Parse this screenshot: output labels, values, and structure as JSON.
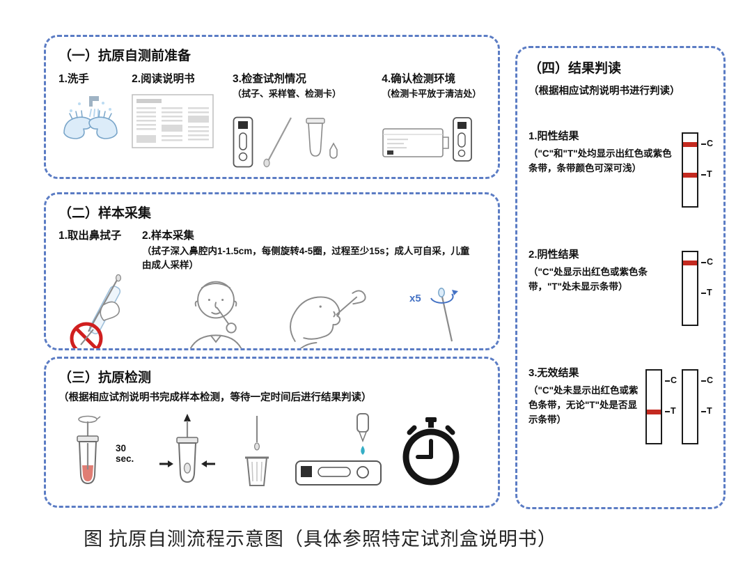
{
  "caption": "图 抗原自测流程示意图（具体参照特定试剂盒说明书）",
  "prep": {
    "title": "（一）抗原自测前准备",
    "step1": "1.洗手",
    "step2": "2.阅读说明书",
    "step3": "3.检查试剂情况",
    "step3_note": "（拭子、采样管、检测卡）",
    "step4": "4.确认检测环境",
    "step4_note": "（检测卡平放于清洁处）"
  },
  "collect": {
    "title": "（二）样本采集",
    "step1": "1.取出鼻拭子",
    "step2": "2.样本采集",
    "note": "（拭子深入鼻腔内1-1.5cm，每侧旋转4-5圈，过程至少15s；成人可自采，儿童由成人采样）",
    "x5": "x5"
  },
  "test": {
    "title": "（三）抗原检测",
    "note": "（根据相应试剂说明书完成样本检测，等待一定时间后进行结果判读）",
    "sec30": "30 sec."
  },
  "result": {
    "title": "（四）结果判读",
    "subtitle": "（根据相应试剂说明书进行判读）",
    "items": [
      {
        "label": "1.阳性结果",
        "desc": "（\"C\"和\"T\"处均显示出红色或紫色条带，条带颜色可深可浅）"
      },
      {
        "label": "2.阴性结果",
        "desc": "（\"C\"处显示出红色或紫色条带，\"T\"处未显示条带）"
      },
      {
        "label": "3.无效结果",
        "desc": "（\"C\"处未显示出红色或紫色条带，无论\"T\"处是否显示条带）"
      }
    ],
    "strip": {
      "c": "C",
      "t": "T"
    }
  },
  "colors": {
    "panel_border_blue": "#5b7cc4",
    "band_red": "#c42a20",
    "accent_blue": "#4472c4",
    "prohibit_red": "#d01f1f"
  }
}
